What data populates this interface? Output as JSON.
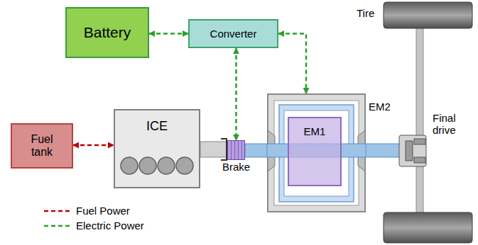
{
  "diagram": {
    "nodes": [
      {
        "text": [
          "Battery"
        ]
      },
      {
        "text": [
          "Converter"
        ]
      },
      {
        "text": [
          "Fuel tank"
        ]
      },
      {
        "text": [
          "ICE"
        ]
      },
      {
        "text": [
          "Brake"
        ]
      },
      {
        "text": [
          "EM2"
        ]
      },
      {
        "text": [
          "EM1"
        ],
        "in": 5
      }
    ],
    "edges": [
      {
        "from": 0,
        "to": 1,
        "arrow": "both"
      },
      {
        "from": 1,
        "to": 5,
        "arrow": "both"
      },
      {
        "from": 1,
        "to": 4,
        "arrow": "both"
      },
      {
        "from": 2,
        "to": 3,
        "arrow": "both"
      }
    ],
    "labels": [
      "Tire",
      "Final drive"
    ],
    "legend": [
      {
        "text": "Fuel Power"
      },
      {
        "text": "Electric Power"
      }
    ]
  }
}
